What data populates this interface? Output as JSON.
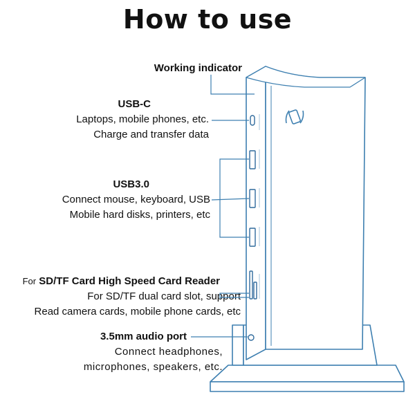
{
  "title": "How to use",
  "annotations": {
    "working_indicator": {
      "heading": "Working indicator"
    },
    "usb_c": {
      "heading": "USB-C",
      "lines": [
        "Laptops, mobile phones, etc.",
        "Charge and transfer data"
      ]
    },
    "usb3": {
      "heading": "USB3.0",
      "lines": [
        "Connect mouse, keyboard, USB",
        "Mobile hard disks, printers, etc"
      ]
    },
    "card_reader": {
      "heading_prefix": "For",
      "heading": "SD/TF Card High Speed Card Reader",
      "lines": [
        "For SD/TF dual card slot, support",
        "Read camera cards, mobile phone cards, etc"
      ]
    },
    "audio": {
      "heading": "3.5mm audio port",
      "lines": [
        "Connect headphones,",
        "microphones, speakers, etc."
      ]
    }
  },
  "colors": {
    "line": "#3d7fb0",
    "connector": "#3a73a6",
    "text": "#111111"
  }
}
